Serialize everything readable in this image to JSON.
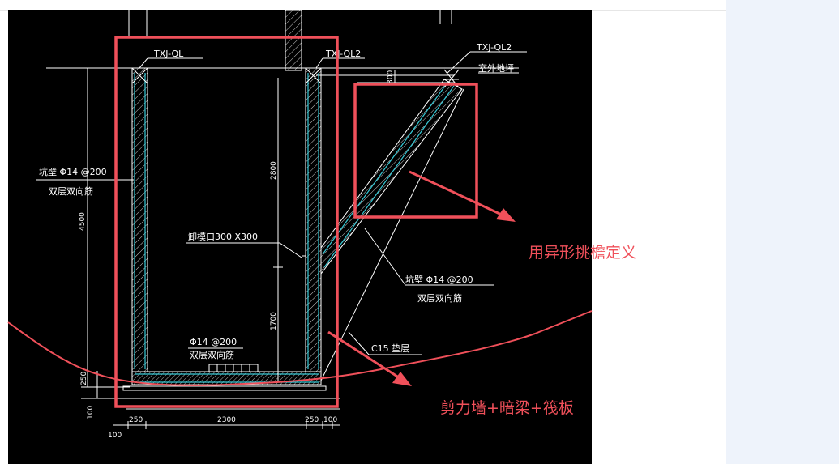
{
  "colors": {
    "cad_background": "#000000",
    "page_background": "#ffffff",
    "side_panel": "#eef3fb",
    "annotation_red": "#f0505a",
    "rebar_cyan": "#36c9d6",
    "line_white": "#ffffff"
  },
  "drawing": {
    "labels": {
      "txj_ql": "TXJ-QL",
      "txj_ql2_a": "TXJ-QL2",
      "txj_ql2_b": "TXJ-QL2",
      "outdoor_ground": "室外地坪",
      "pit_wall_left": "坑壁 Φ14 @200",
      "double_layer_left": "双层双向筋",
      "pit_wall_right": "坑壁 Φ14 @200",
      "double_layer_right": "双层双向筋",
      "opening": "卸模口300 X300",
      "bottom_rebar": "Φ14 @200",
      "double_layer_bottom": "双层双向筋",
      "cushion": "C15 垫层"
    },
    "dimensions": {
      "total_height": "4500",
      "upper_height": "2800",
      "lower_height": "1700",
      "top_small": "300",
      "slab_250": "250",
      "base_100": "100",
      "bottom_100": "100",
      "width_250_left": "250",
      "width_2300": "2300",
      "width_250_right": "250",
      "width_100_right": "100"
    }
  },
  "annotations": {
    "overhang": "用异形挑檐定义",
    "shearwall": "剪力墙+暗梁+筏板"
  }
}
